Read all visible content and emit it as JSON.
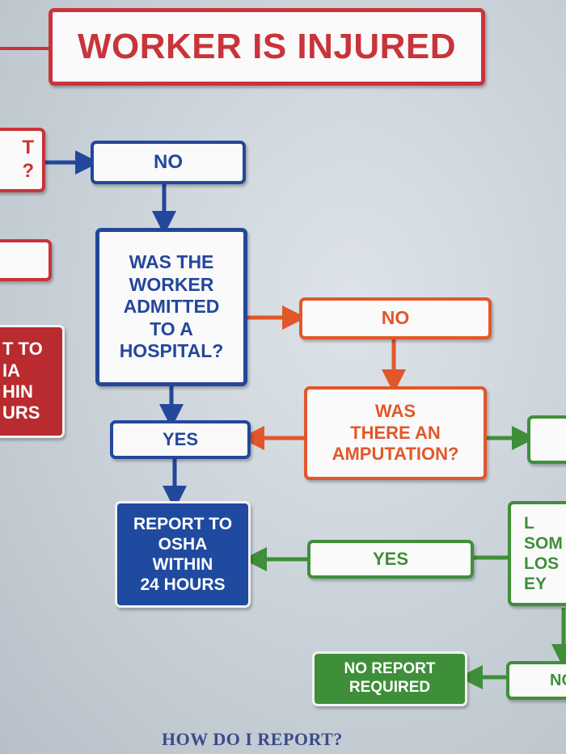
{
  "title": "WORKER IS INJURED",
  "nodes": {
    "left_partial_top": "T\n?",
    "left_partial_mid": "",
    "left_partial_red": "T TO\nIA\nHIN\nURS",
    "no_1": "NO",
    "admitted_question": "WAS THE\nWORKER\nADMITTED\nTO A\nHOSPITAL?",
    "no_2": "NO",
    "amputation_question": "WAS\nTHERE AN\nAMPUTATION?",
    "yes_1": "YES",
    "report_osha": "REPORT TO\nOSHA\nWITHIN\n24 HOURS",
    "yes_2": "YES",
    "right_partial_eye": "L\nSOM\nLOS\nEY",
    "no_report": "NO REPORT\nREQUIRED",
    "right_partial_no": "NC"
  },
  "footer": "HOW DO I REPORT?",
  "colors": {
    "red": "#c8343a",
    "blue": "#23479a",
    "orange": "#e2572a",
    "green": "#3f8f3a"
  }
}
